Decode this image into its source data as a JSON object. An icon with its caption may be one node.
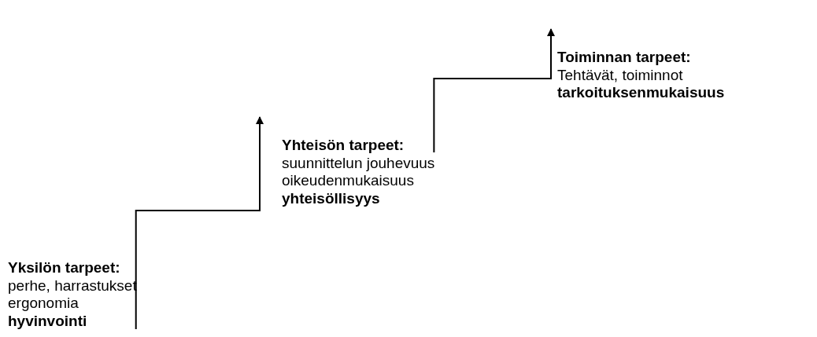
{
  "diagram": {
    "nodes": [
      {
        "text": [
          "Yksilön tarpeet:",
          "perhe, harrastukset",
          "ergonomia",
          "hyvinvointi"
        ]
      },
      {
        "text": [
          "Yhteisön tarpeet:",
          "suunnittelun jouhevuus",
          "oikeudenmukaisuus",
          "yhteisöllisyys"
        ]
      },
      {
        "text": [
          "Toiminnan tarpeet:",
          "Tehtävät, toiminnot",
          "tarkoituksenmukaisuus"
        ]
      }
    ],
    "edges": [
      {
        "from": 0,
        "to": 1,
        "arrow": "to"
      },
      {
        "from": 1,
        "to": 2,
        "arrow": "to"
      }
    ]
  }
}
